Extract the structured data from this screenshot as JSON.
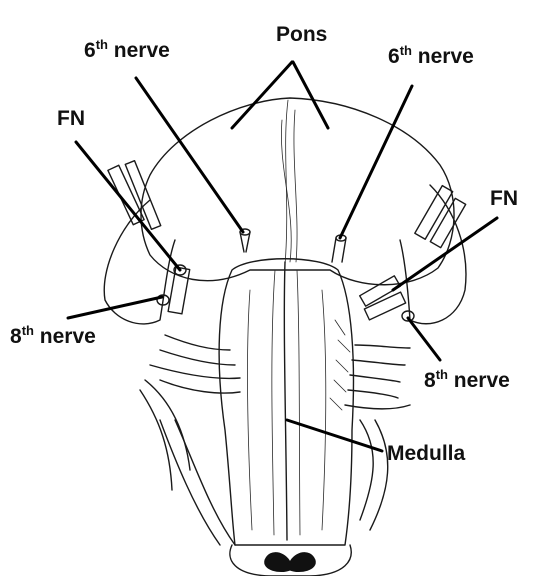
{
  "labels": {
    "pons": "Pons",
    "sixth_left": {
      "num": "6",
      "sup": "th",
      "word": " nerve"
    },
    "sixth_right": {
      "num": "6",
      "sup": "th",
      "word": " nerve"
    },
    "fn_left": "FN",
    "fn_right": "FN",
    "eighth_left": {
      "num": "8",
      "sup": "th",
      "word": " nerve"
    },
    "eighth_right": {
      "num": "8",
      "sup": "th",
      "word": " nerve"
    },
    "medulla": "Medulla"
  },
  "colors": {
    "ink": "#1a1a1a",
    "paper": "#ffffff",
    "arrow": "#000000"
  }
}
